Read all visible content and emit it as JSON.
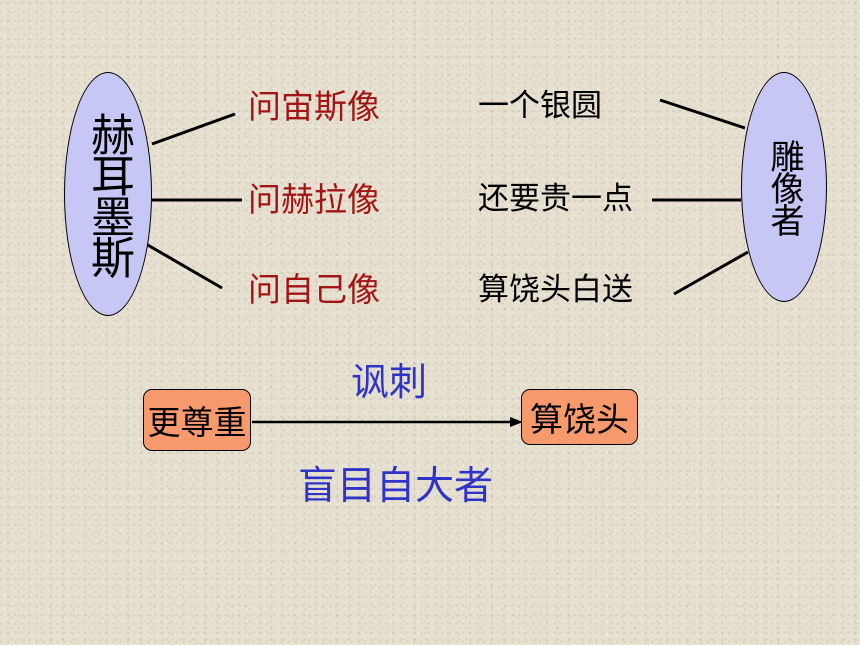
{
  "left_oval": {
    "text": "赫耳墨斯"
  },
  "right_oval": {
    "text": "雕像者"
  },
  "questions": [
    "问宙斯像",
    "问赫拉像",
    "问自己像"
  ],
  "prices": [
    "一个银圆",
    "还要贵一点",
    "算饶头白送"
  ],
  "bottom": {
    "left_box": "更尊重",
    "right_box": "算饶头",
    "arrow_label": "讽刺",
    "conclusion": "盲目自大者"
  },
  "colors": {
    "question_text": "#a31515",
    "blue_text": "#2f33c7",
    "oval_fill": "#c7c7f5",
    "box_fill": "#f69a6e",
    "background": "#e6e0d0"
  }
}
